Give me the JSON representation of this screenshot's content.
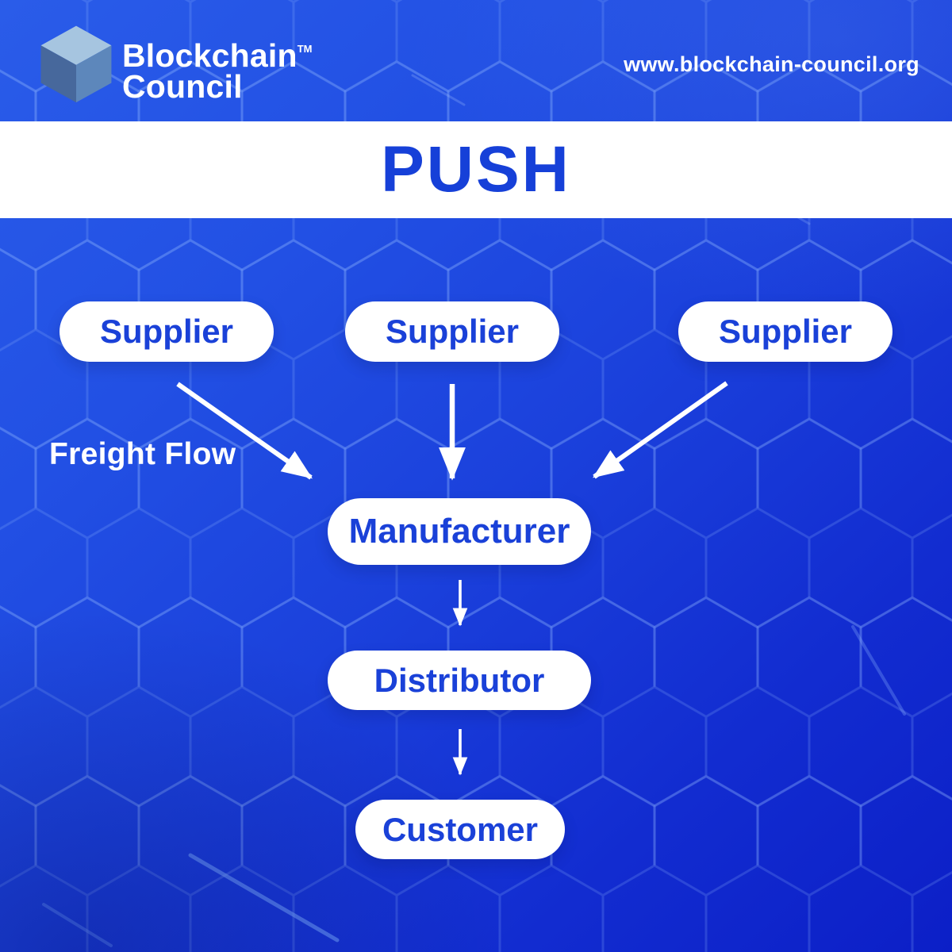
{
  "header": {
    "logo": {
      "line1": "Blockchain",
      "line2": "Council",
      "trademark": "TM",
      "cube_icon": "3d-cube"
    },
    "website": "www.blockchain-council.org"
  },
  "banner": {
    "title": "PUSH"
  },
  "diagram": {
    "freight_flow_label": "Freight Flow",
    "nodes": {
      "supplier1": "Supplier",
      "supplier2": "Supplier",
      "supplier3": "Supplier",
      "manufacturer": "Manufacturer",
      "distributor": "Distributor",
      "customer": "Customer"
    },
    "flow": [
      "supplier1 -> manufacturer",
      "supplier2 -> manufacturer",
      "supplier3 -> manufacturer",
      "manufacturer -> distributor",
      "distributor -> customer"
    ]
  },
  "colors": {
    "background_top": "#2a5ce9",
    "background_bottom": "#0c1fc7",
    "banner_background": "#ffffff",
    "banner_text": "#1640d8",
    "node_background": "#ffffff",
    "node_text": "#1a41d8",
    "arrow": "#ffffff",
    "header_text": "#ffffff",
    "cube_top": "#a6c5e0",
    "cube_left": "#47689c",
    "cube_right": "#5d87bb"
  }
}
